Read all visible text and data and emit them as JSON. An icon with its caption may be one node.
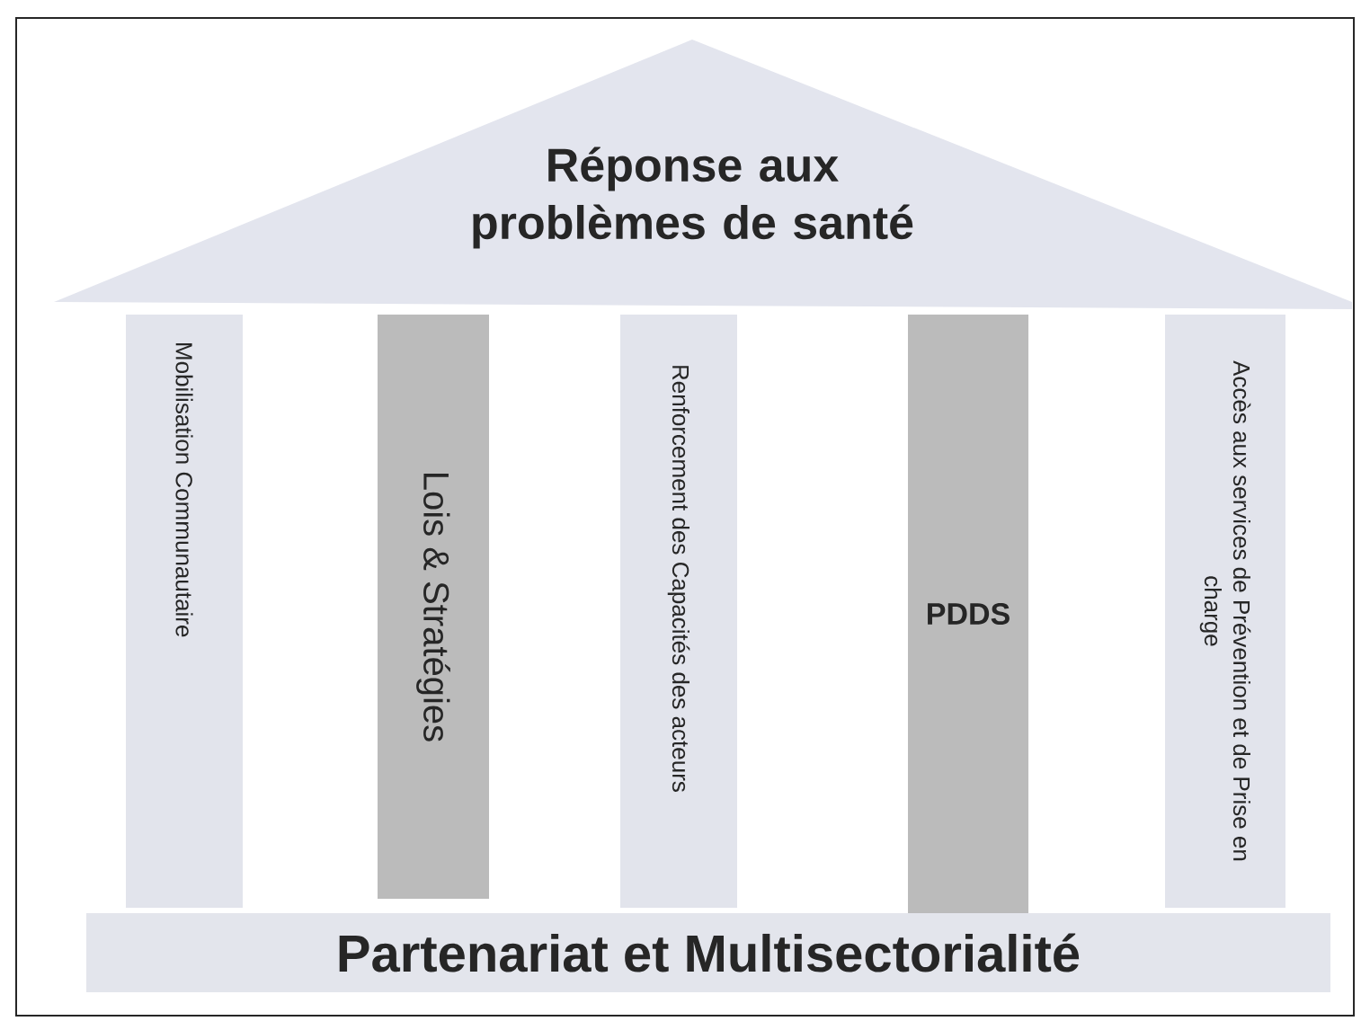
{
  "diagram": {
    "nodes": [
      {
        "text": [
          "Réponse aux problèmes de santé"
        ]
      },
      {
        "text": [
          "Mobilisation Communautaire"
        ]
      },
      {
        "text": [
          "Lois & Stratégies"
        ]
      },
      {
        "text": [
          "Renforcement des Capacités des acteurs"
        ]
      },
      {
        "text": [
          "PDDS"
        ]
      },
      {
        "text": [
          "Accès aux services de Prévention et de Prise en charge"
        ]
      },
      {
        "text": [
          "Partenariat et Multisectorialité"
        ]
      }
    ]
  }
}
